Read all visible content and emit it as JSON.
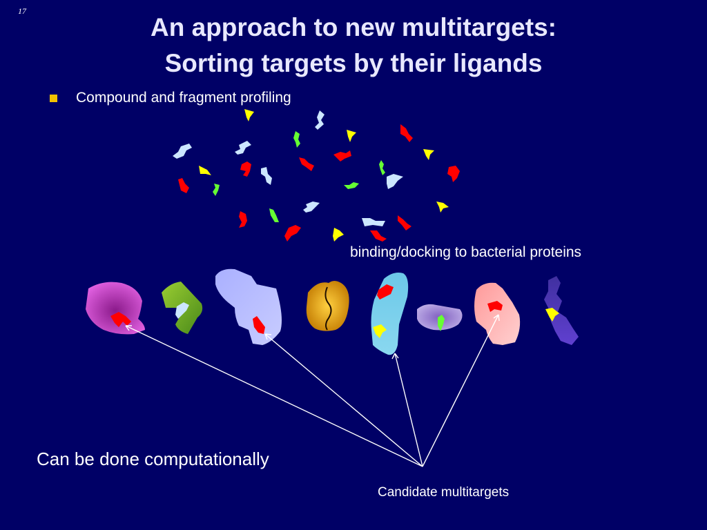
{
  "slide_number": "17",
  "title": {
    "line1": "An approach to new multitargets:",
    "line2": "Sorting targets by their ligands"
  },
  "bullets": [
    {
      "text": "Compound and fragment profiling"
    }
  ],
  "captions": {
    "binding": "binding/docking to bacterial proteins",
    "computational": "Can be done computationally",
    "candidate": "Candidate multitargets"
  },
  "colors": {
    "background": "#000066",
    "bullet": "#f2c200",
    "ligand_red": "#ff0000",
    "ligand_yellow": "#ffff00",
    "ligand_green": "#66ff33",
    "ligand_lightblue": "#cce6ff",
    "arrow": "#ffffff"
  }
}
